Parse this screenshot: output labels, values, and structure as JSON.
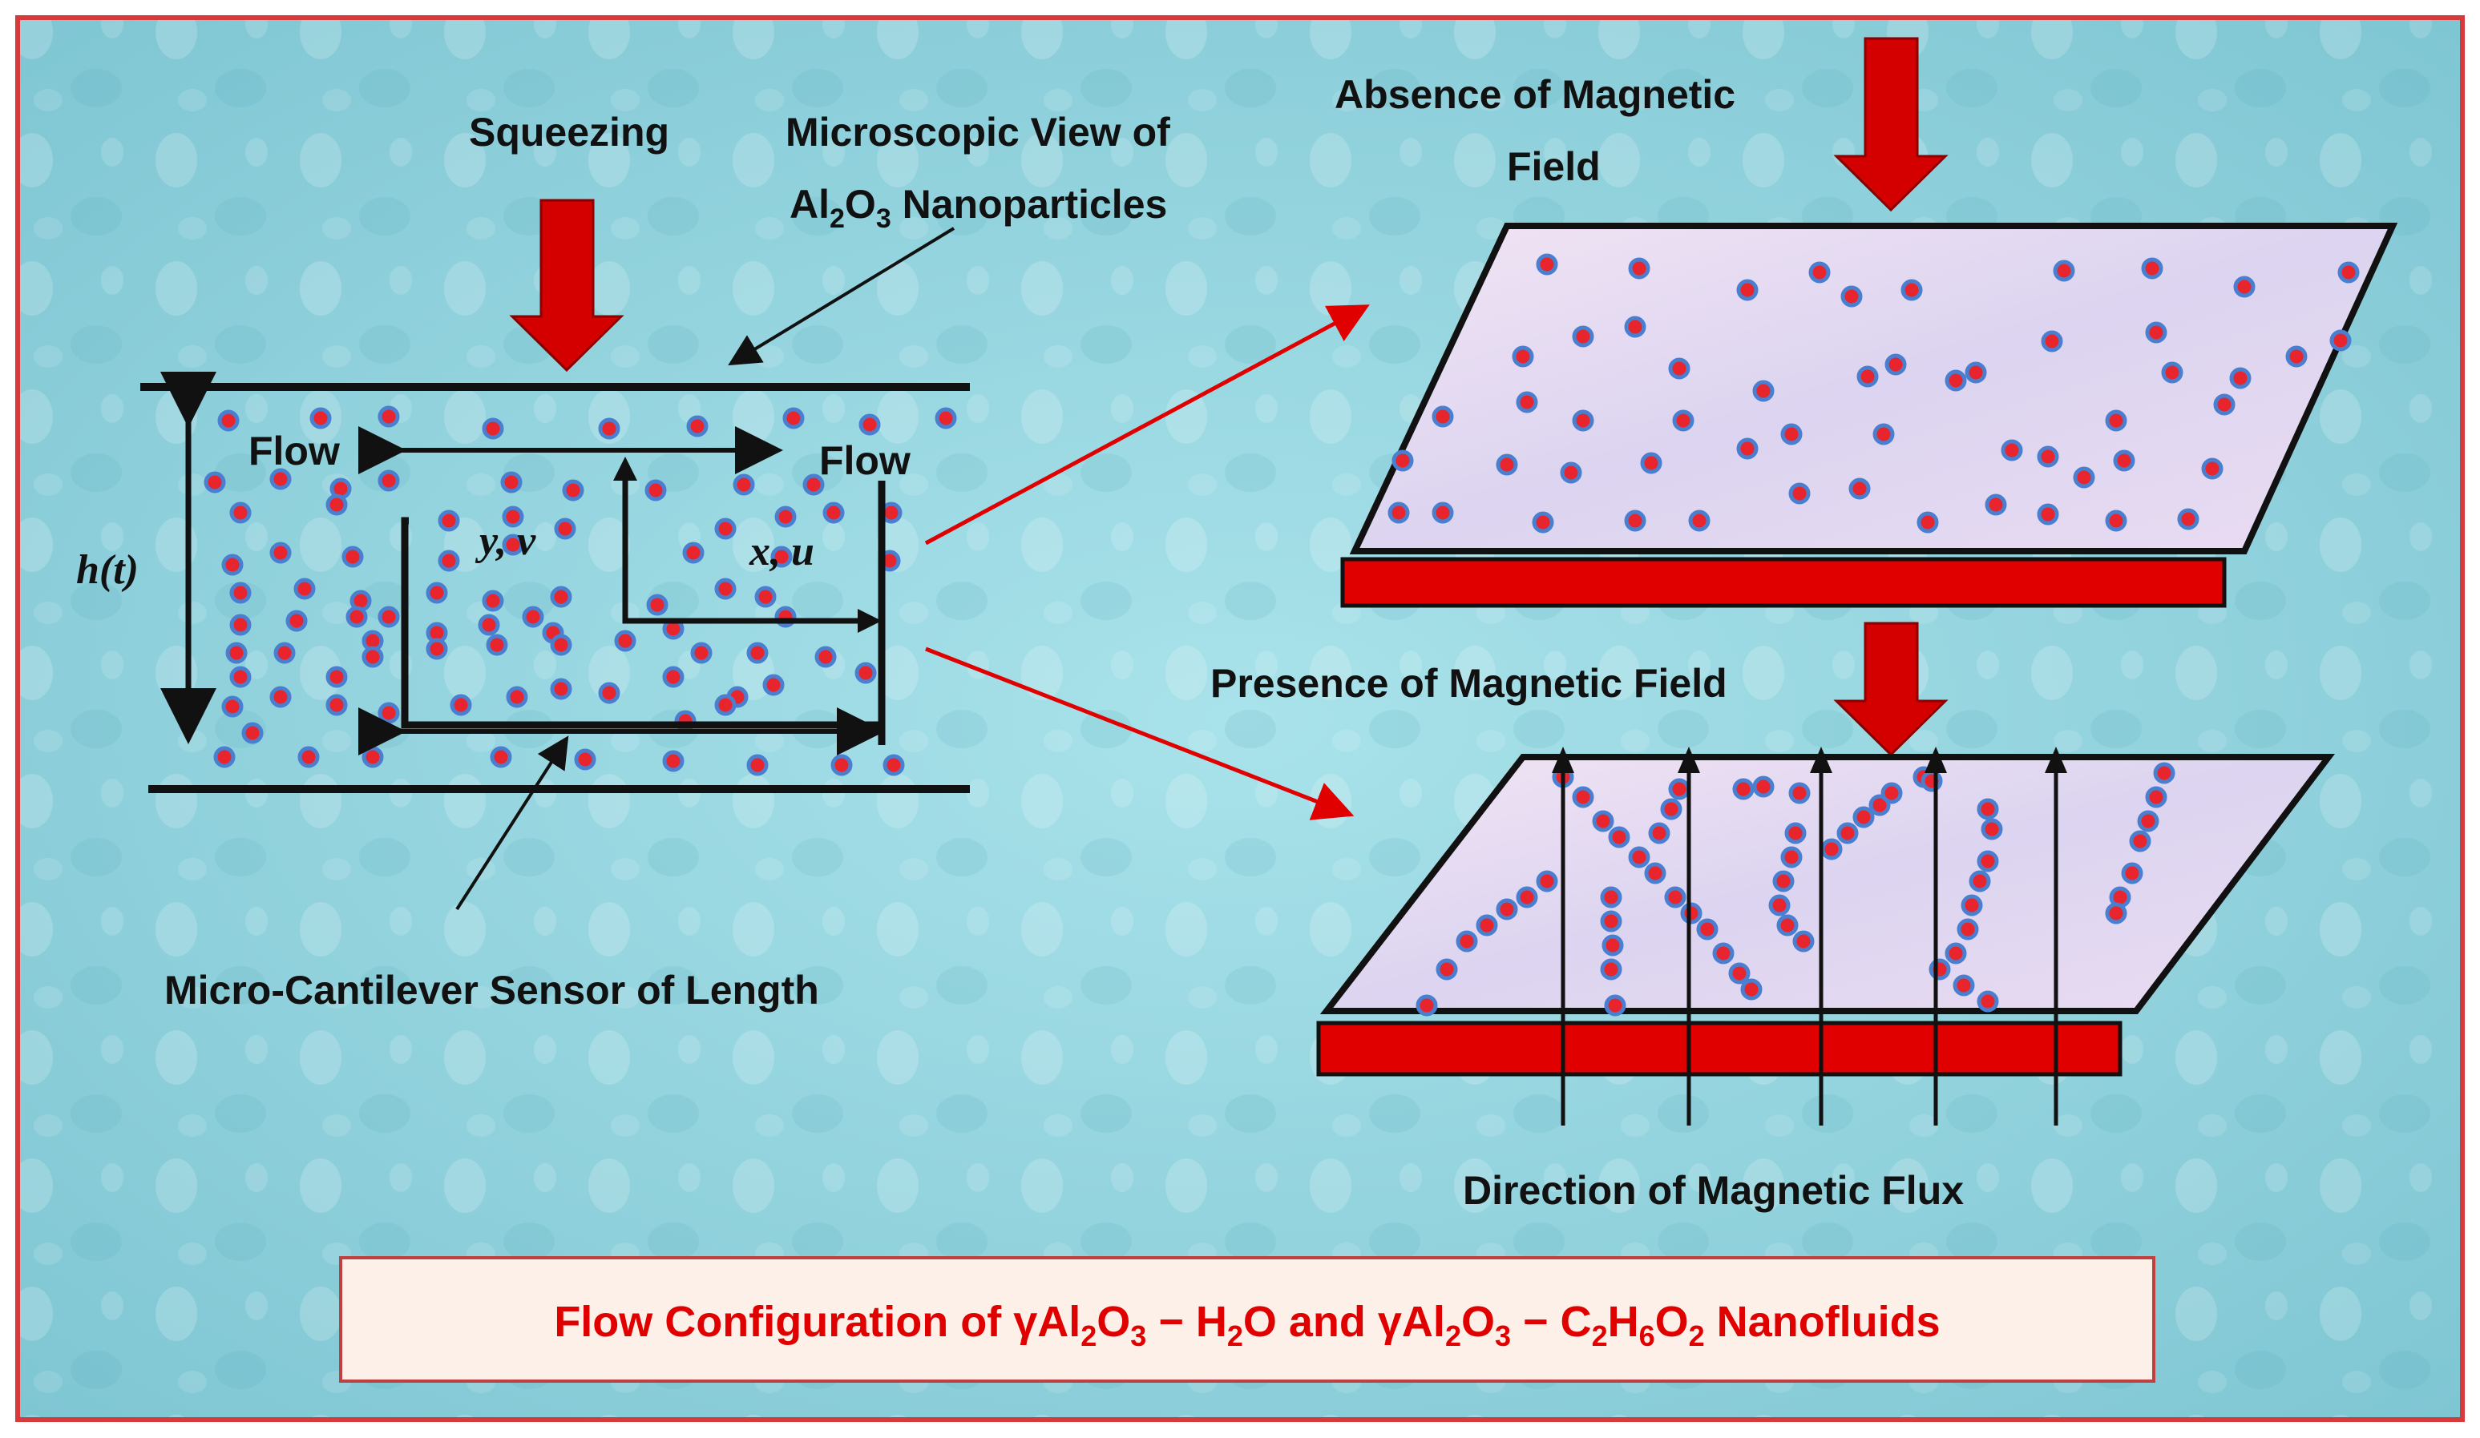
{
  "labels": {
    "squeezing": "Squeezing",
    "micro_view_line1": "Microscopic View of",
    "micro_view_line2_a": "Al",
    "micro_view_line2_sub1": "2",
    "micro_view_line2_b": "O",
    "micro_view_line2_sub2": "3",
    "micro_view_line2_c": " Nanoparticles",
    "flow_left": "Flow",
    "flow_right": "Flow",
    "h_t": "h(t)",
    "y_v": "y, v",
    "x_u": "x, u",
    "cantilever": "Micro-Cantilever Sensor of Length",
    "absence_line1": "Absence of Magnetic",
    "absence_line2": "Field",
    "presence": "Presence of Magnetic Field",
    "flux": "Direction of Magnetic Flux"
  },
  "title": {
    "t1": "Flow Configuration of γAl",
    "s1": "2",
    "t2": "O",
    "s2": "3",
    "t3": " − H",
    "s3": "2",
    "t4": "O and γAl",
    "s4": "2",
    "t5": "O",
    "s5": "3",
    "t6": " − C",
    "s6": "2",
    "t7": "H",
    "s7": "6",
    "t8": "O",
    "s8": "2",
    "t9": " Nanofluids"
  },
  "colors": {
    "frame": "#d63a3a",
    "background": "#8fd3df",
    "arrow_red": "#d40000",
    "particle_fill": "#e8242c",
    "particle_ring": "#4a7fd0",
    "plate_fill": "#e6dcf3",
    "title_box_fill": "#fdf0e8",
    "title_text": "#e00000"
  }
}
